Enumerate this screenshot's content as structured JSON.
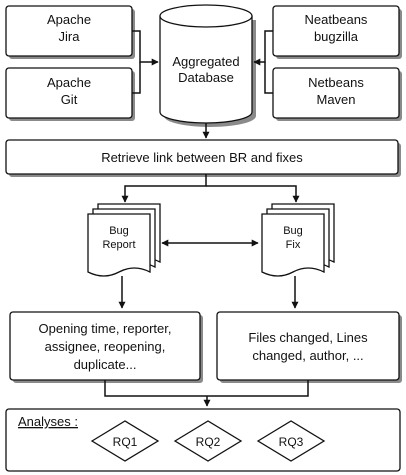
{
  "sources": {
    "apache_jira": [
      "Apache",
      "Jira"
    ],
    "apache_git": [
      "Apache",
      "Git"
    ],
    "netbeans_bugzilla": [
      "Neatbeans",
      "bugzilla"
    ],
    "netbeans_maven": [
      "Netbeans",
      "Maven"
    ]
  },
  "database": [
    "Aggregated",
    "Database"
  ],
  "retrieve_step": "Retrieve link between BR and fixes",
  "bug_report": [
    "Bug",
    "Report"
  ],
  "bug_fix": [
    "Bug",
    "Fix"
  ],
  "report_fields": [
    "Opening time, reporter,",
    "assignee, reopening,",
    "duplicate..."
  ],
  "fix_fields": [
    "Files changed, Lines",
    "changed, author, ..."
  ],
  "analyses": {
    "label": "Analyses :",
    "questions": [
      "RQ1",
      "RQ2",
      "RQ3"
    ]
  }
}
